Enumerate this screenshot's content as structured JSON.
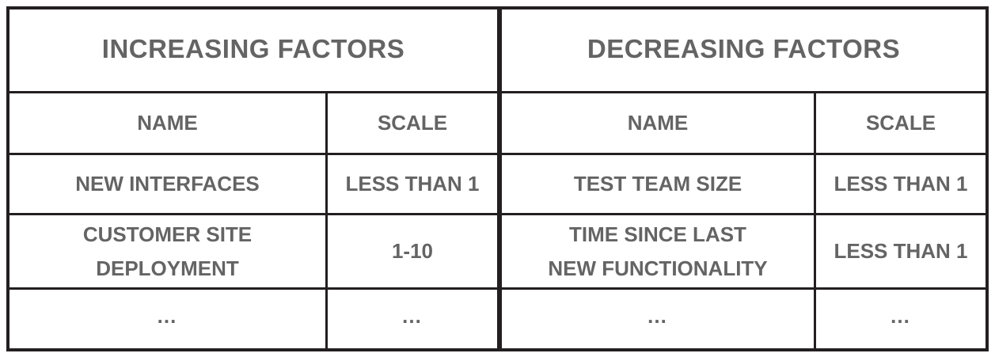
{
  "increasing": {
    "title": "INCREASING FACTORS",
    "headers": {
      "name": "NAME",
      "scale": "SCALE"
    },
    "rows": [
      {
        "name_lines": [
          "NEW INTERFACES"
        ],
        "scale": "LESS THAN 1"
      },
      {
        "name_lines": [
          "CUSTOMER SITE",
          "DEPLOYMENT"
        ],
        "scale": "1-10"
      },
      {
        "name_lines": [
          "…"
        ],
        "scale": "…"
      }
    ]
  },
  "decreasing": {
    "title": "DECREASING FACTORS",
    "headers": {
      "name": "NAME",
      "scale": "SCALE"
    },
    "rows": [
      {
        "name_lines": [
          "TEST TEAM SIZE"
        ],
        "scale": "LESS THAN 1"
      },
      {
        "name_lines": [
          "TIME SINCE LAST",
          "NEW FUNCTIONALITY"
        ],
        "scale": "LESS THAN 1"
      },
      {
        "name_lines": [
          "…"
        ],
        "scale": "…"
      }
    ]
  }
}
